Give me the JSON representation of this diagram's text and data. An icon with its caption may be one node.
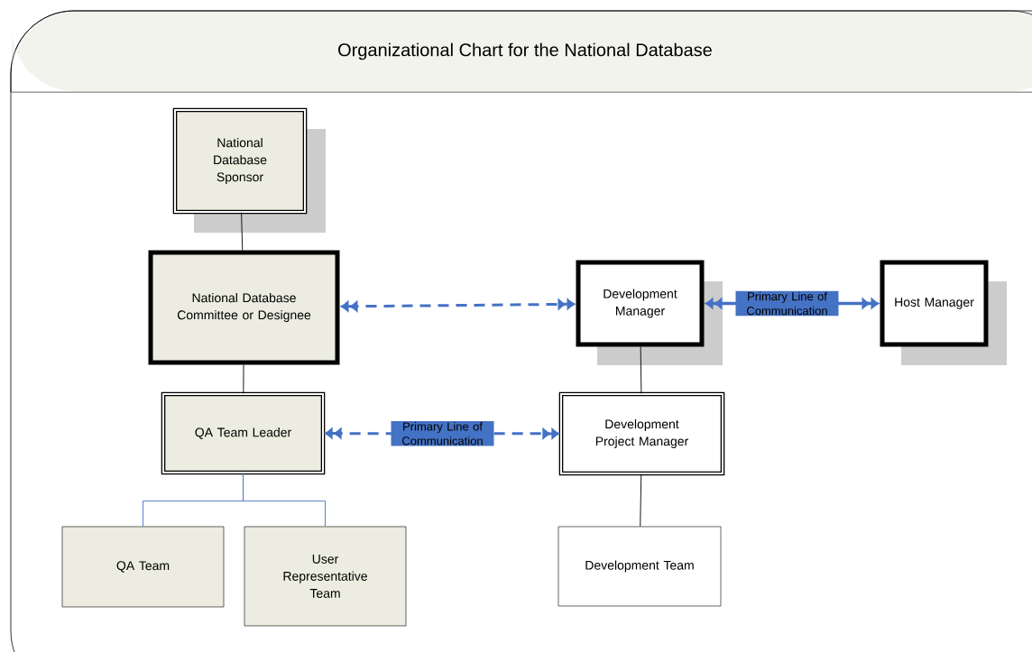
{
  "diagram": {
    "title": "Organizational Chart for the National Database",
    "nodes": [
      {
        "text": [
          "National Database Sponsor"
        ]
      },
      {
        "text": [
          "National Database Committee or Designee"
        ]
      },
      {
        "text": [
          "Development Manager"
        ]
      },
      {
        "text": [
          "Host Manager"
        ]
      },
      {
        "text": [
          "QA Team Leader"
        ]
      },
      {
        "text": [
          "Development Project Manager"
        ]
      },
      {
        "text": [
          "QA Team"
        ]
      },
      {
        "text": [
          "User Representative Team"
        ]
      },
      {
        "text": [
          "Development Team"
        ]
      }
    ],
    "edges": [
      {
        "from": 0,
        "to": 1,
        "arrow": "none",
        "color": "#000000"
      },
      {
        "from": 1,
        "to": 2,
        "arrow": "both",
        "style": "dashed"
      },
      {
        "from": 2,
        "to": 3,
        "arrow": "both",
        "style": "thick",
        "label": "Primary Line of Communication"
      },
      {
        "from": 1,
        "to": 4,
        "arrow": "none",
        "color": "#000000"
      },
      {
        "from": 4,
        "to": 5,
        "arrow": "both",
        "style": "dashed",
        "label": "Primary Line of Communication"
      },
      {
        "from": 2,
        "to": 5,
        "arrow": "none",
        "color": "#000000"
      },
      {
        "from": 5,
        "to": 8,
        "arrow": "none",
        "color": "#000000"
      },
      {
        "from": 4,
        "to": 6,
        "arrow": "none"
      },
      {
        "from": 4,
        "to": 7,
        "arrow": "none"
      }
    ]
  }
}
